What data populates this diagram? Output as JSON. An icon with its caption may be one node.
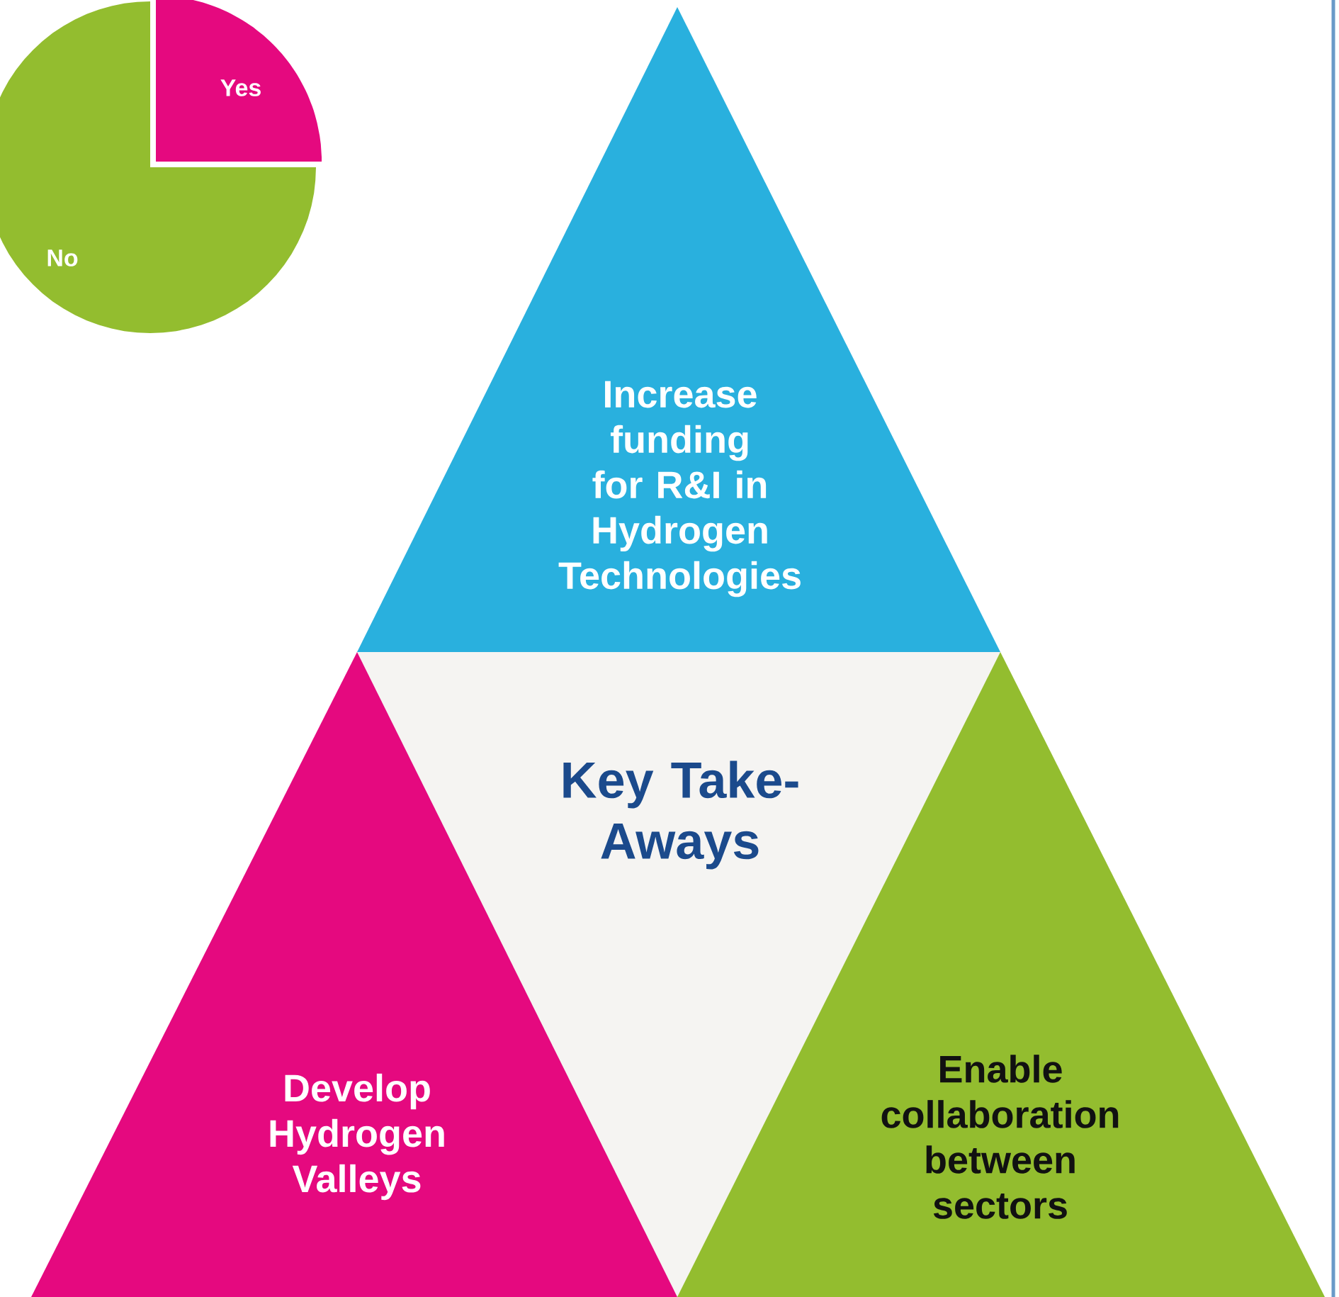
{
  "diagram": {
    "nodes": [
      {
        "text": [
          "Increase funding for R&I in Hydrogen Technologies"
        ]
      },
      {
        "text": [
          "Key Take-Aways"
        ]
      },
      {
        "text": [
          "Develop Hydrogen Valleys"
        ]
      },
      {
        "text": [
          "Enable collaboration between sectors"
        ]
      }
    ],
    "labels": [
      "Yes",
      "No"
    ]
  }
}
